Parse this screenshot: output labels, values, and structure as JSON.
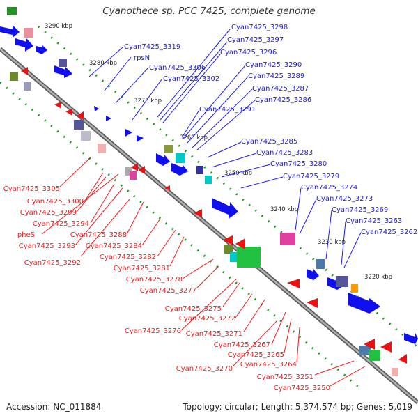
{
  "title": "Cyanothece sp. PCC 7425, complete genome",
  "footer": {
    "accession": "Accession: NC_011884",
    "topology": "Topology: circular; Length: 5,374,574 bp; Genes: 5,019"
  },
  "colors": {
    "forward": "#1010ee",
    "reverse": "#ee1010",
    "backbone": "#8a8a8a",
    "tick": "#1a9a1a"
  },
  "kbp_labels": [
    "3290 kbp",
    "3280 kbp",
    "3270 kbp",
    "3260 kbp",
    "3250 kbp",
    "3240 kbp",
    "3230 kbp",
    "3220 kbp"
  ],
  "forward_genes": [
    "Cyan7425_3319",
    "rpsN",
    "Cyan7425_3306",
    "Cyan7425_3302",
    "Cyan7425_3298",
    "Cyan7425_3297",
    "Cyan7425_3296",
    "Cyan7425_3290",
    "Cyan7425_3289",
    "Cyan7425_3287",
    "Cyan7425_3286",
    "Cyan7425_3291",
    "Cyan7425_3285",
    "Cyan7425_3283",
    "Cyan7425_3280",
    "Cyan7425_3279",
    "Cyan7425_3274",
    "Cyan7425_3273",
    "Cyan7425_3269",
    "Cyan7425_3263",
    "Cyan7425_3262"
  ],
  "reverse_genes": [
    "Cyan7425_3305",
    "Cyan7425_3300",
    "Cyan7425_3299",
    "Cyan7425_3294",
    "pheS",
    "Cyan7425_3288",
    "Cyan7425_3293",
    "Cyan7425_3284",
    "Cyan7425_3292",
    "Cyan7425_3282",
    "Cyan7425_3281",
    "Cyan7425_3278",
    "Cyan7425_3277",
    "Cyan7425_3275",
    "Cyan7425_3272",
    "Cyan7425_3276",
    "Cyan7425_3271",
    "Cyan7425_3267",
    "Cyan7425_3265",
    "Cyan7425_3264",
    "Cyan7425_3270",
    "Cyan7425_3251",
    "Cyan7425_3250"
  ]
}
